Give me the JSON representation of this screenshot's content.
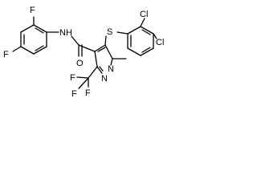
{
  "molecule": {
    "atoms": {
      "F_top": "F",
      "F_left": "F",
      "NH": "NH",
      "O": "O",
      "S": "S",
      "Cl_1": "Cl",
      "Cl_2": "Cl",
      "N_1": "N",
      "N_2": "N",
      "F_cf3_a": "F",
      "F_cf3_b": "F",
      "F_cf3_c": "F"
    }
  }
}
